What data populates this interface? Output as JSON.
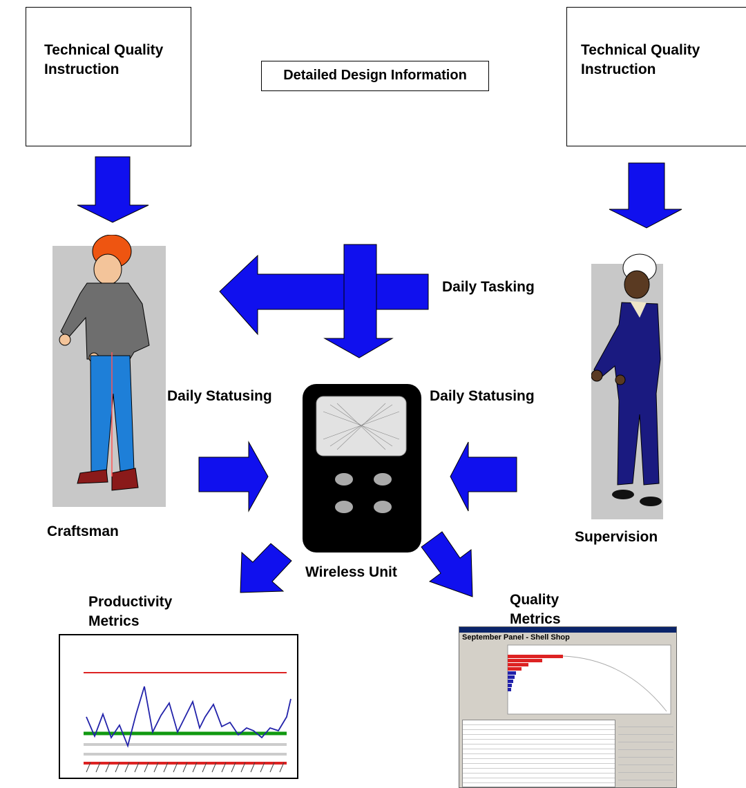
{
  "top_left_box": {
    "text": "Technical Quality\nInstruction"
  },
  "top_right_box": {
    "text": "Technical Quality\nInstruction"
  },
  "design_info": "Detailed Design Information",
  "labels": {
    "daily_tasking": "Daily Tasking",
    "daily_statusing_left": "Daily Statusing",
    "daily_statusing_right": "Daily Statusing",
    "craftsman": "Craftsman",
    "supervision": "Supervision",
    "wireless_unit": "Wireless Unit",
    "productivity_metrics": "Productivity\nMetrics",
    "quality_metrics": "Quality\nMetrics"
  },
  "quality_panel": {
    "title": "September Panel - Shell Shop"
  },
  "colors": {
    "arrow": "#1010ee",
    "device": "#000000",
    "control_upper": "#dd2222",
    "control_center": "#119911"
  }
}
